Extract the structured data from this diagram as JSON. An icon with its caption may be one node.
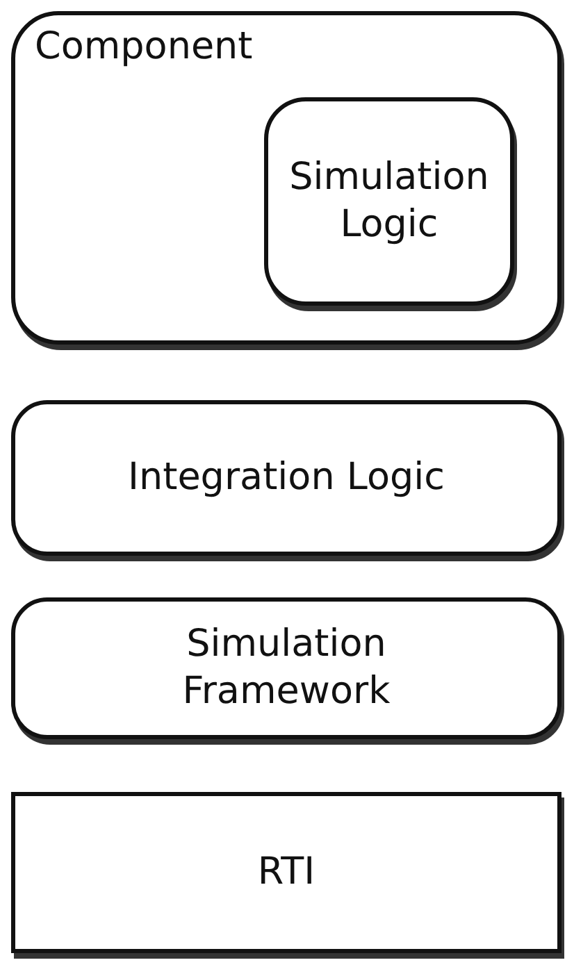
{
  "diagram": {
    "nodes": [
      {
        "text": [
          "Component"
        ]
      },
      {
        "text": [
          "Simulation Logic"
        ],
        "in": 0
      },
      {
        "text": [
          "Integration Logic"
        ]
      },
      {
        "text": [
          "Simulation Framework"
        ]
      },
      {
        "text": [
          "RTI"
        ]
      }
    ],
    "edges": []
  }
}
